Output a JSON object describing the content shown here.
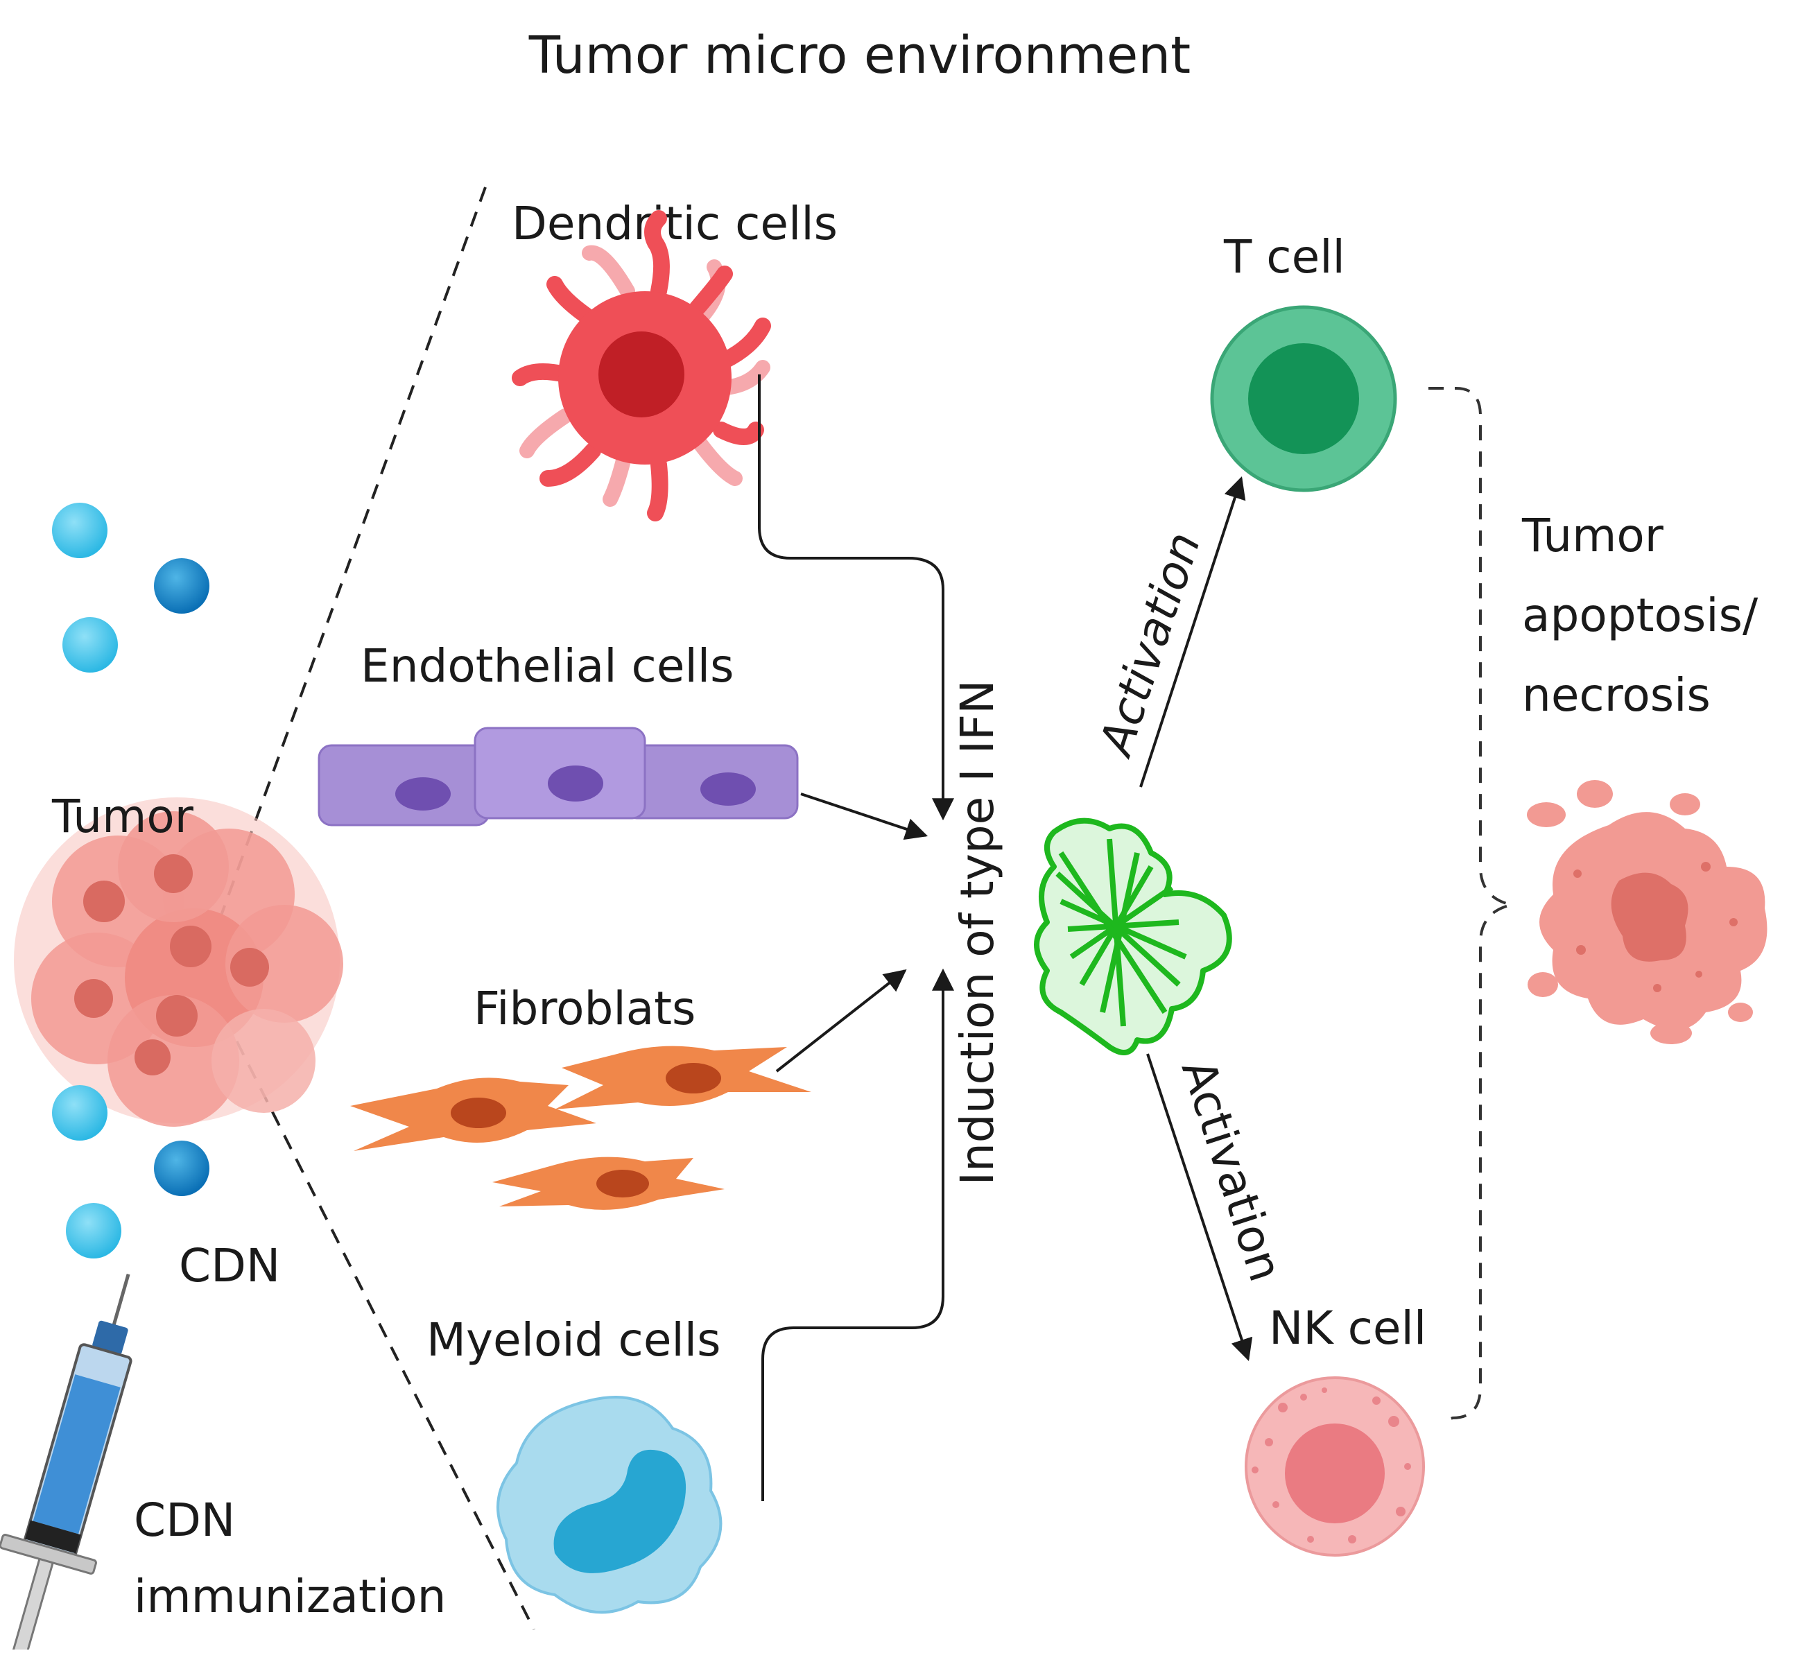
{
  "title": "Tumor micro environment",
  "labels": {
    "dendritic": "Dendritic cells",
    "endothelial": "Endothelial cells",
    "fibroblasts": "Fibroblats",
    "myeloid": "Myeloid cells",
    "tumor": "Tumor",
    "cdn": "CDN",
    "cdn_immunization_line1": "CDN",
    "cdn_immunization_line2": "immunization",
    "induction": "Induction of type I IFN",
    "t_cell": "T cell",
    "nk_cell": "NK cell",
    "activation_top": "Activation",
    "activation_bottom": "Activation",
    "outcome_line1": "Tumor",
    "outcome_line2": "apoptosis/",
    "outcome_line3": "necrosis"
  },
  "colors": {
    "dendritic": "#ef4f57",
    "dendritic_nucleus": "#c01f26",
    "dendritic_light": "#f6a9ad",
    "endothelial": "#a68fd6",
    "endothelial_nucleus": "#6f4fb0",
    "fibroblast": "#f0874a",
    "fibroblast_nucleus": "#b9461d",
    "myeloid": "#a9dbee",
    "myeloid_nucleus": "#27a6d2",
    "t_cell": "#5cc496",
    "t_cell_nucleus": "#139357",
    "nk_cell": "#f6b7b8",
    "nk_cell_nucleus": "#ea7b82",
    "tumor": "#f29a93",
    "protein": "#1eb81e",
    "cdn_bead": "#29a9de",
    "arrow": "#1a1a1a"
  }
}
